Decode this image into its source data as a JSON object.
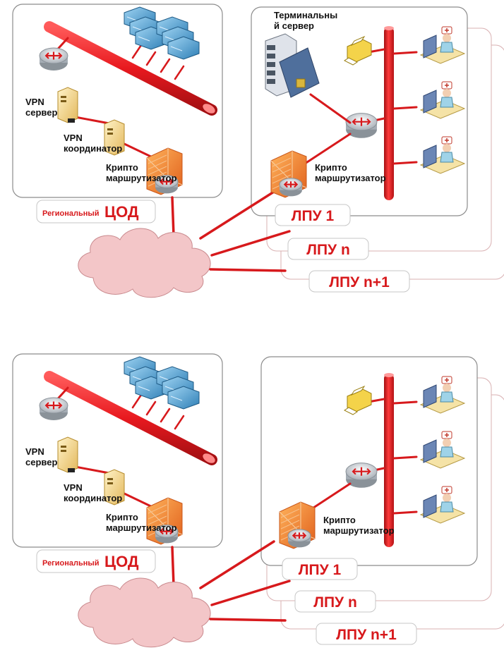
{
  "colors": {
    "red": "#e8191f",
    "link": "#d7191c",
    "cloud": "#f3c6c8",
    "frame": "#8c8c8c"
  },
  "diagrams": [
    {
      "region": {
        "small": "Региональный",
        "big": "ЦОД"
      },
      "vpn_server": "VPN\nсервер",
      "vpn_coordinator": "VPN\nкоординатор",
      "crypto_router_dc": "Крипто\nмаршрутизатор",
      "terminal_server": "Терминальны\nй сервер",
      "crypto_router_site": "Крипто\nмаршрутизатор",
      "sites": [
        "ЛПУ 1",
        "ЛПУ n",
        "ЛПУ n+1"
      ]
    },
    {
      "region": {
        "small": "Региональный",
        "big": "ЦОД"
      },
      "vpn_server": "VPN\nсервер",
      "vpn_coordinator": "VPN\nкоординатор",
      "crypto_router_dc": "Крипто\nмаршрутизатор",
      "terminal_server": "",
      "crypto_router_site": "Крипто\nмаршрутизатор",
      "sites": [
        "ЛПУ 1",
        "ЛПУ n",
        "ЛПУ n+1"
      ]
    }
  ]
}
